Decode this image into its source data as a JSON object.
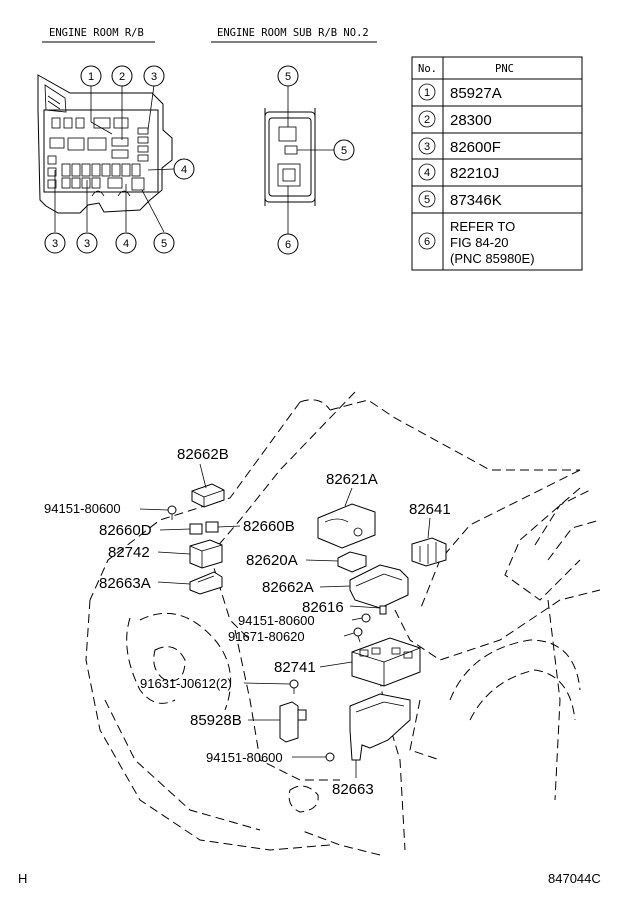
{
  "headers": {
    "engine_room_rb": "ENGINE ROOM R/B",
    "engine_room_sub_rb": "ENGINE ROOM SUB R/B NO.2"
  },
  "table": {
    "col_no": "No.",
    "col_pnc": "PNC",
    "rows": [
      {
        "no": "1",
        "pnc": "85927A"
      },
      {
        "no": "2",
        "pnc": "28300"
      },
      {
        "no": "3",
        "pnc": "82600F"
      },
      {
        "no": "4",
        "pnc": "82210J"
      },
      {
        "no": "5",
        "pnc": "87346K"
      },
      {
        "no": "6",
        "pnc_lines": [
          "REFER TO",
          "FIG 84-20",
          "(PNC 85980E)"
        ]
      }
    ]
  },
  "callouts_rb": {
    "top": [
      "1",
      "2",
      "3"
    ],
    "right": "4",
    "bottom": [
      "3",
      "3",
      "4",
      "5"
    ]
  },
  "callouts_sub": {
    "top": "5",
    "right": "5",
    "bottom": "6"
  },
  "part_labels": {
    "p82662B": "82662B",
    "p94151_a": "94151-80600",
    "p82660D": "82660D",
    "p82660B": "82660B",
    "p82742": "82742",
    "p82663A": "82663A",
    "p82621A": "82621A",
    "p82641": "82641",
    "p82620A": "82620A",
    "p82662A": "82662A",
    "p82616": "82616",
    "p94151_b": "94151-80600",
    "p91671": "91671-80620",
    "p82741": "82741",
    "p91631": "91631-J0612(2)",
    "p85928B": "85928B",
    "p94151_c": "94151-80600",
    "p82663": "82663"
  },
  "footer": {
    "left": "H",
    "right": "847044C"
  }
}
